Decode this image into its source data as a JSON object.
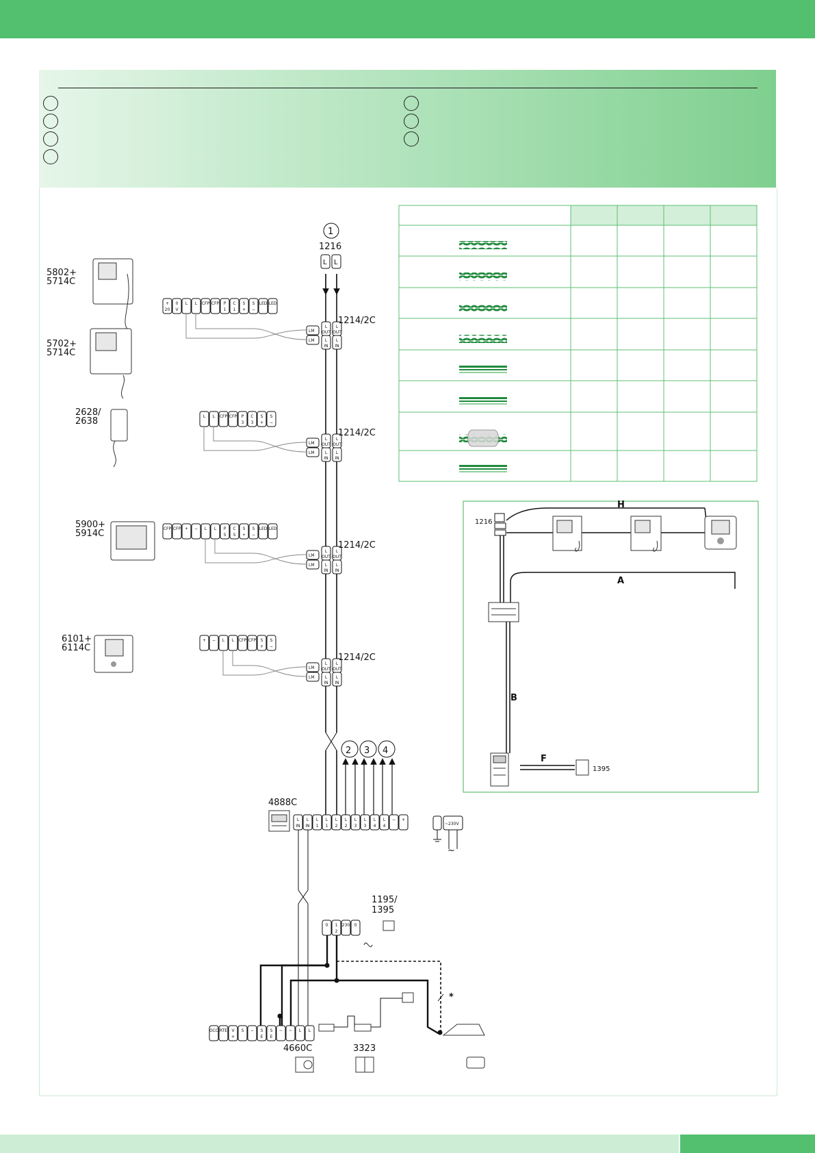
{
  "models": [
    {
      "id": "m1",
      "line1": "5802+",
      "line2": "5714C"
    },
    {
      "id": "m2",
      "line1": "5702+",
      "line2": "5714C"
    },
    {
      "id": "m3",
      "line1": "2628/",
      "line2": "2638"
    },
    {
      "id": "m4",
      "line1": "5900+",
      "line2": "5914C"
    },
    {
      "id": "m5",
      "line1": "6101+",
      "line2": "6114C"
    }
  ],
  "distributor_label": "1214/2C",
  "top_module": {
    "number": "1",
    "code": "1216"
  },
  "outputs": [
    "2",
    "3",
    "4"
  ],
  "power_supply": "4888C",
  "door_unit": "4660C",
  "relay": "3323",
  "transformer": {
    "line1": "1195/",
    "line2": "1395"
  },
  "asterisk": "*",
  "mains_label": "230V",
  "inset": {
    "code_1216": "1216",
    "code_1395": "1395",
    "letters": {
      "H": "H",
      "A": "A",
      "B": "B",
      "F": "F"
    }
  },
  "terminals": {
    "row1": [
      "+ 20",
      "0 V",
      "L",
      "L",
      "CFP",
      "CFP",
      "P 1",
      "C 1",
      "S +",
      "S −",
      "LED",
      "LED"
    ],
    "row2": [
      "L",
      "L",
      "CFP",
      "CFP",
      "P 3",
      "C 3",
      "S +",
      "S −"
    ],
    "row3": [
      "CFP",
      "CFP",
      "+",
      "−",
      "L",
      "L",
      "P S",
      "C S",
      "S +",
      "S −",
      "LED",
      "LED"
    ],
    "row4": [
      "+",
      "−",
      "L",
      "L",
      "CFP",
      "CFP",
      "S +",
      "S −"
    ],
    "ps_row": [
      "L IN",
      "L IN",
      "L 1",
      "L 1",
      "L 2",
      "L 2",
      "L 3",
      "L 3",
      "L 4",
      "L 4",
      "−",
      "+"
    ],
    "door_row": [
      "OCC",
      "RTE",
      "V +",
      "S",
      "−",
      "S E",
      "S E",
      "~",
      "~",
      "L",
      "L"
    ],
    "tr_row": [
      "0",
      "1 2",
      "230",
      "0"
    ]
  },
  "colors": {
    "green": "#52c06f",
    "cable_green": "#1f8a3c",
    "border": "#5cbf72"
  }
}
